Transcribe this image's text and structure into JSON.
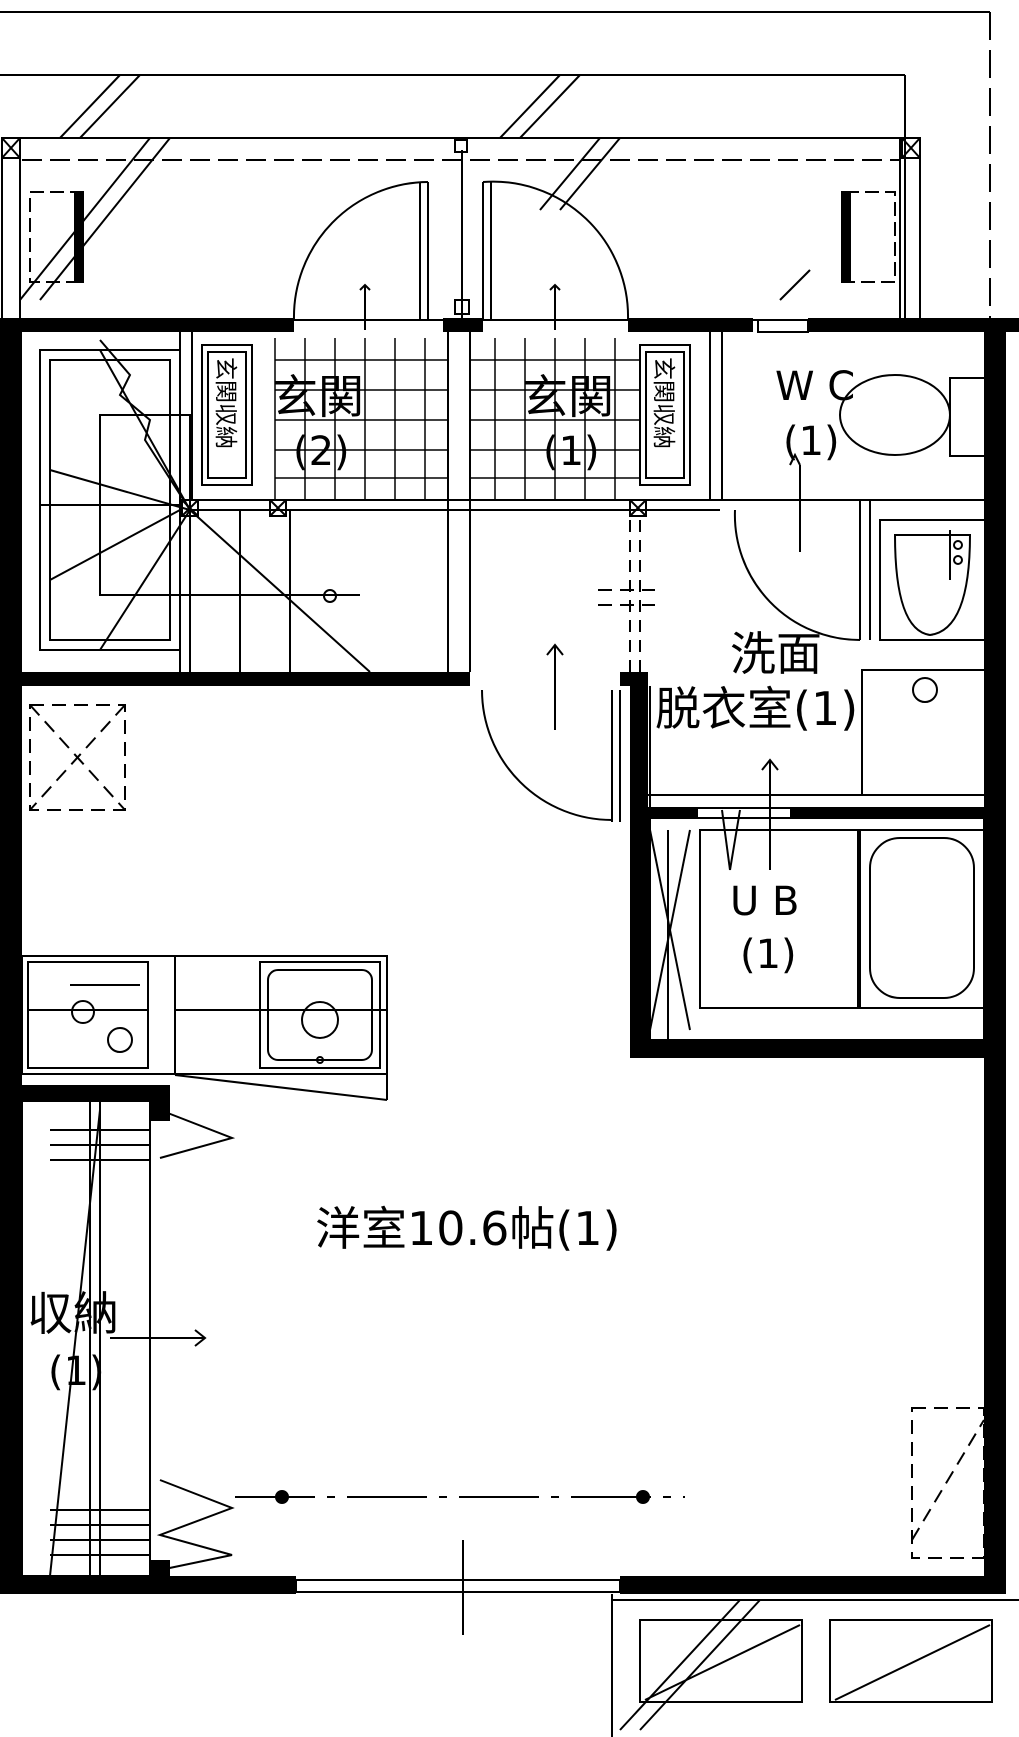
{
  "rooms": {
    "entrance2": {
      "name": "玄関",
      "num": "(2)"
    },
    "entrance1": {
      "name": "玄関",
      "num": "(1)"
    },
    "shoe_storage_left": "玄関収納",
    "shoe_storage_right": "玄関収納",
    "wc": {
      "name": "W C",
      "num": "(1)"
    },
    "washroom": {
      "line1": "洗面",
      "line2": "脱衣室(1)"
    },
    "bath": {
      "name": "U B",
      "num": "(1)"
    },
    "western_room": "洋室10.6帖(1)",
    "storage": {
      "name": "収納",
      "num": "(1)"
    }
  }
}
